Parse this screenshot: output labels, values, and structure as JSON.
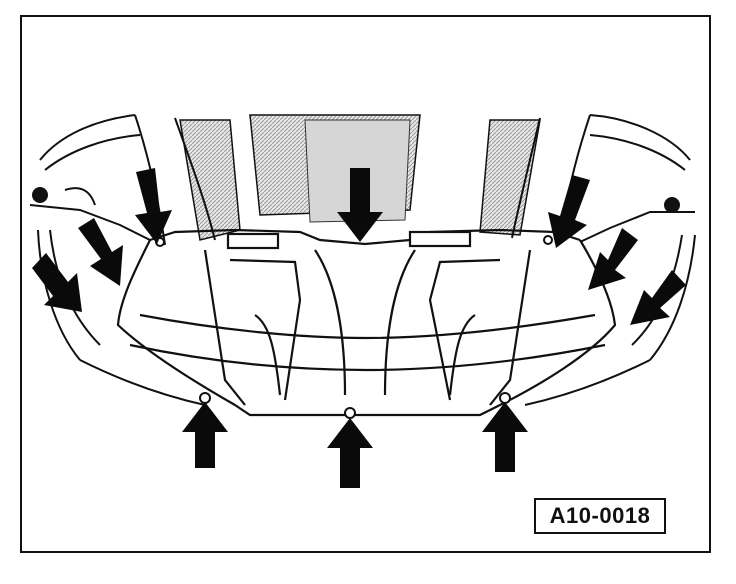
{
  "figure": {
    "reference_code": "A10-0018",
    "subject": "underbody-panel",
    "colors": {
      "line": "#111111",
      "arrow": "#0a0a0a",
      "shade": "#cfcfcf",
      "background": "#ffffff"
    },
    "arrows": [
      {
        "id": "arrow-bottom-left"
      },
      {
        "id": "arrow-bottom-center"
      },
      {
        "id": "arrow-bottom-right"
      },
      {
        "id": "arrow-top-center"
      },
      {
        "id": "arrow-upper-left-1"
      },
      {
        "id": "arrow-upper-left-2"
      },
      {
        "id": "arrow-upper-left-3"
      },
      {
        "id": "arrow-upper-right-1"
      },
      {
        "id": "arrow-upper-right-2"
      },
      {
        "id": "arrow-upper-right-3"
      }
    ]
  }
}
